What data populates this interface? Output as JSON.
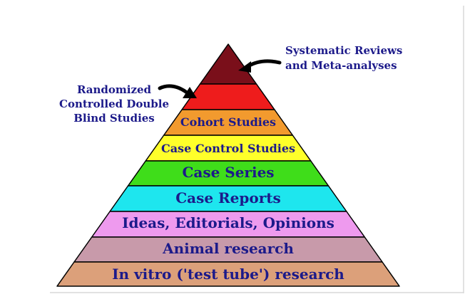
{
  "pyramid": {
    "levels": [
      {
        "label": "",
        "color": "#7a0f1a"
      },
      {
        "label": "",
        "color": "#ee1c1c"
      },
      {
        "label": "Cohort Studies",
        "color": "#f29a2e"
      },
      {
        "label": "Case Control Studies",
        "color": "#ffff2a"
      },
      {
        "label": "Case Series",
        "color": "#3fdd1a"
      },
      {
        "label": "Case Reports",
        "color": "#1ee6ee"
      },
      {
        "label": "Ideas, Editorials, Opinions",
        "color": "#ee9aee"
      },
      {
        "label": "Animal research",
        "color": "#c89aaa"
      },
      {
        "label": "In vitro ('test tube') research",
        "color": "#dca07a"
      }
    ]
  },
  "callouts": {
    "top": {
      "line1": "Systematic Reviews",
      "line2": "and Meta-analyses"
    },
    "second": {
      "line1": "Randomized",
      "line2": "Controlled Double",
      "line3": "Blind Studies"
    }
  },
  "colors": {
    "text": "#1c1a8a",
    "outline": "#000000",
    "frame": "#d8d8d8"
  }
}
